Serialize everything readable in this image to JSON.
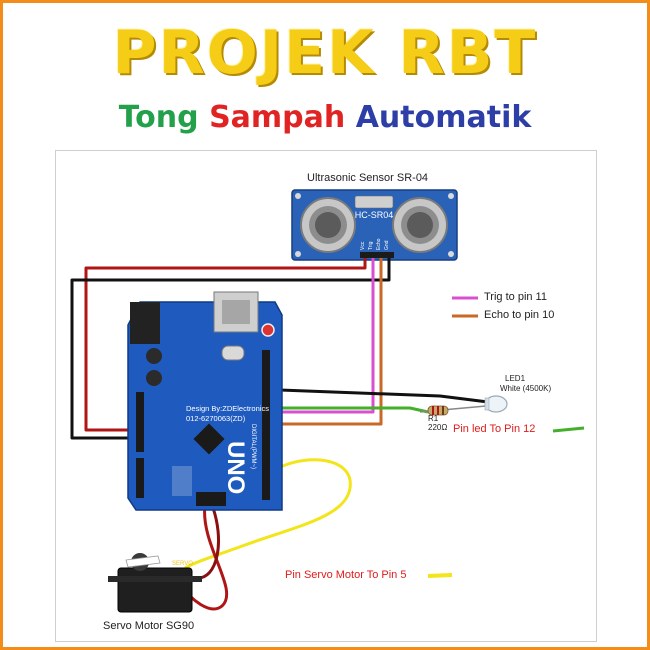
{
  "title": "PROJEK RBT",
  "subtitle": {
    "part1": "Tong",
    "part2": "Sampah",
    "part3": "Automatik"
  },
  "sensor": {
    "label": "Ultrasonic Sensor SR-04",
    "chip_text": "HC-SR04",
    "pins": [
      "Vcc",
      "Trig",
      "Echo",
      "Gnd"
    ]
  },
  "arduino": {
    "board_text": "UNO",
    "designer": "Design By:ZDElectronics",
    "phone": "012-6270063(ZD)",
    "digital_label": "DIGITAL(PWM~)"
  },
  "legend": {
    "trig": "Trig to pin 11",
    "echo": "Echo to pin 10"
  },
  "led": {
    "name": "LED1",
    "type": "White (4500K)",
    "resistor_name": "R1",
    "resistor_value": "220Ω",
    "note": "Pin led To Pin 12"
  },
  "servo": {
    "label": "Servo Motor SG90",
    "body_text": "SERVO",
    "note": "Pin Servo Motor To Pin 5"
  },
  "colors": {
    "frame": "#f28c1a",
    "title": "#f5cc16",
    "tong": "#23a04a",
    "sampah": "#e02424",
    "automatik": "#2d3fa6",
    "wire_red": "#b01515",
    "wire_black": "#111111",
    "wire_pink": "#d94fd0",
    "wire_orange": "#c86a25",
    "wire_green": "#43b02a",
    "wire_yellow": "#f2e51a",
    "board": "#1f5bbf"
  }
}
